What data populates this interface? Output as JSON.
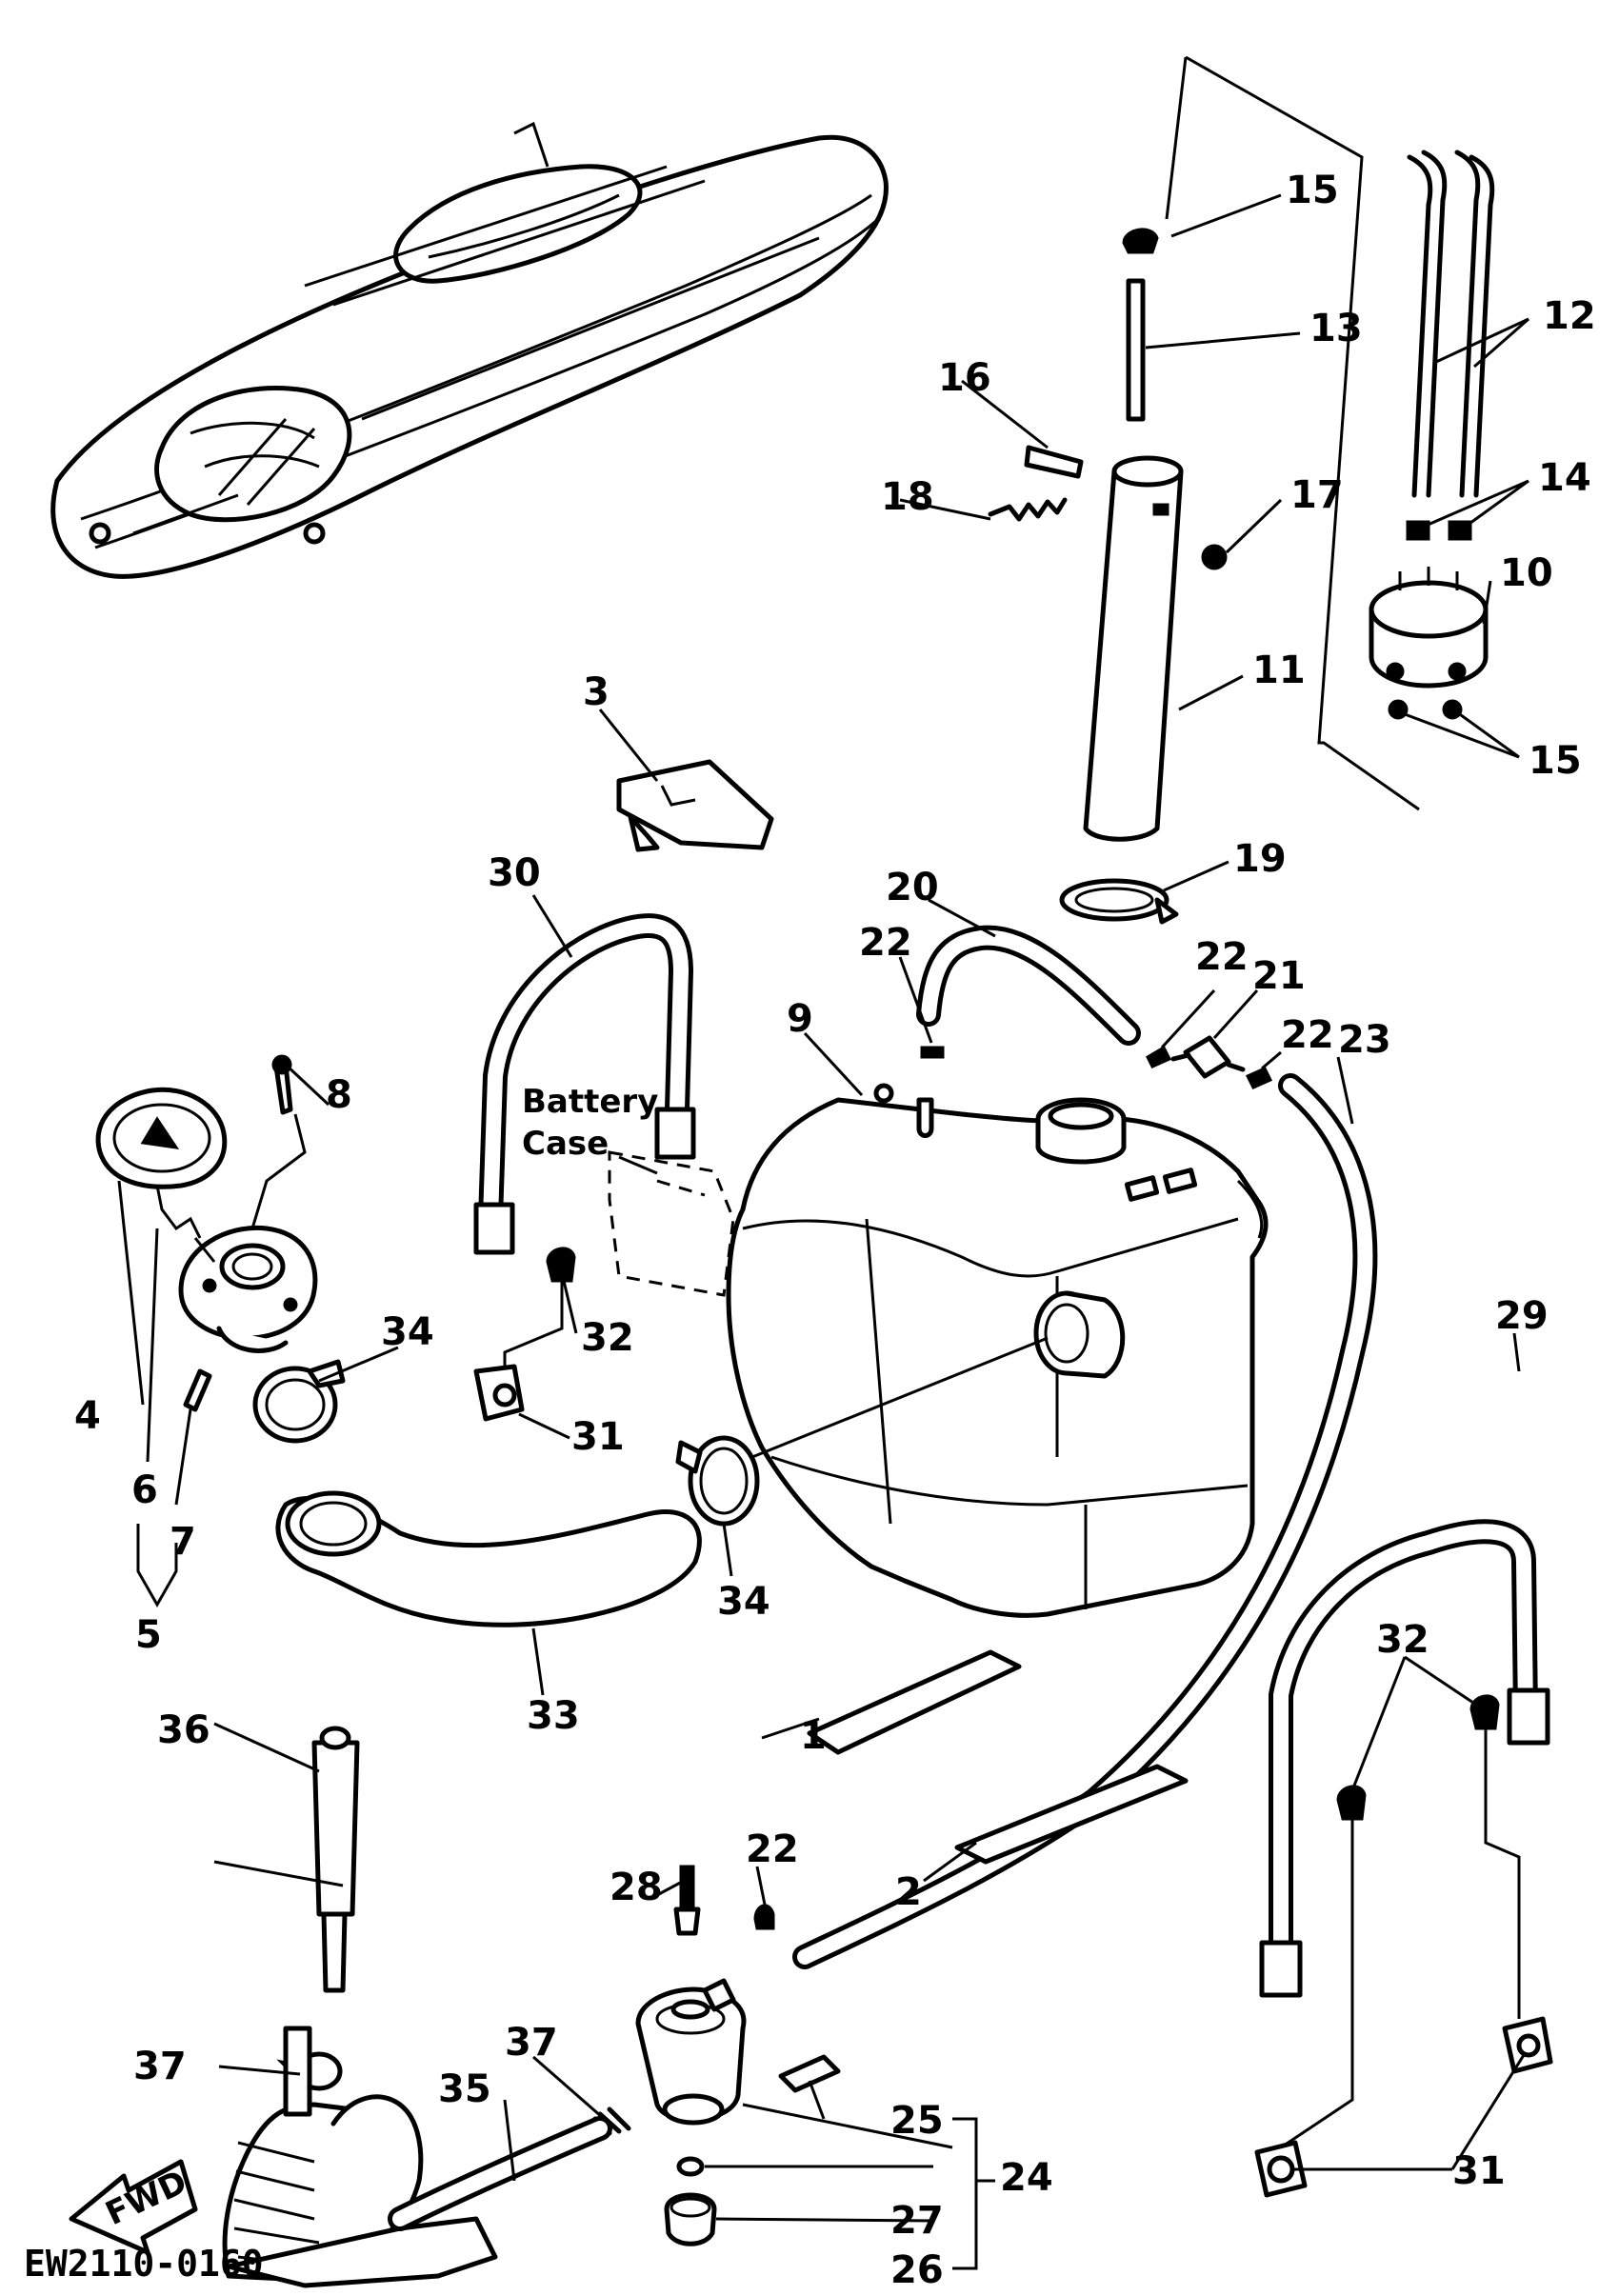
{
  "diagram_code": "EW2110-0160",
  "annotations": {
    "battery_case_line1": "Battery",
    "battery_case_line2": "Case",
    "fwd": "FWD"
  },
  "callouts": {
    "p1": "1",
    "p2": "2",
    "p3": "3",
    "p4": "4",
    "p5": "5",
    "p6": "6",
    "p7": "7",
    "p8": "8",
    "p9": "9",
    "p10": "10",
    "p11": "11",
    "p12": "12",
    "p13": "13",
    "p14": "14",
    "p15a": "15",
    "p15b": "15",
    "p16": "16",
    "p17": "17",
    "p18": "18",
    "p19": "19",
    "p20": "20",
    "p21": "21",
    "p22a": "22",
    "p22b": "22",
    "p22c": "22",
    "p22d": "22",
    "p23": "23",
    "p24": "24",
    "p25": "25",
    "p26": "26",
    "p27": "27",
    "p28": "28",
    "p29": "29",
    "p30": "30",
    "p31a": "31",
    "p31b": "31",
    "p32a": "32",
    "p32b": "32",
    "p33": "33",
    "p34a": "34",
    "p34b": "34",
    "p35": "35",
    "p36": "36",
    "p37a": "37",
    "p37b": "37"
  }
}
